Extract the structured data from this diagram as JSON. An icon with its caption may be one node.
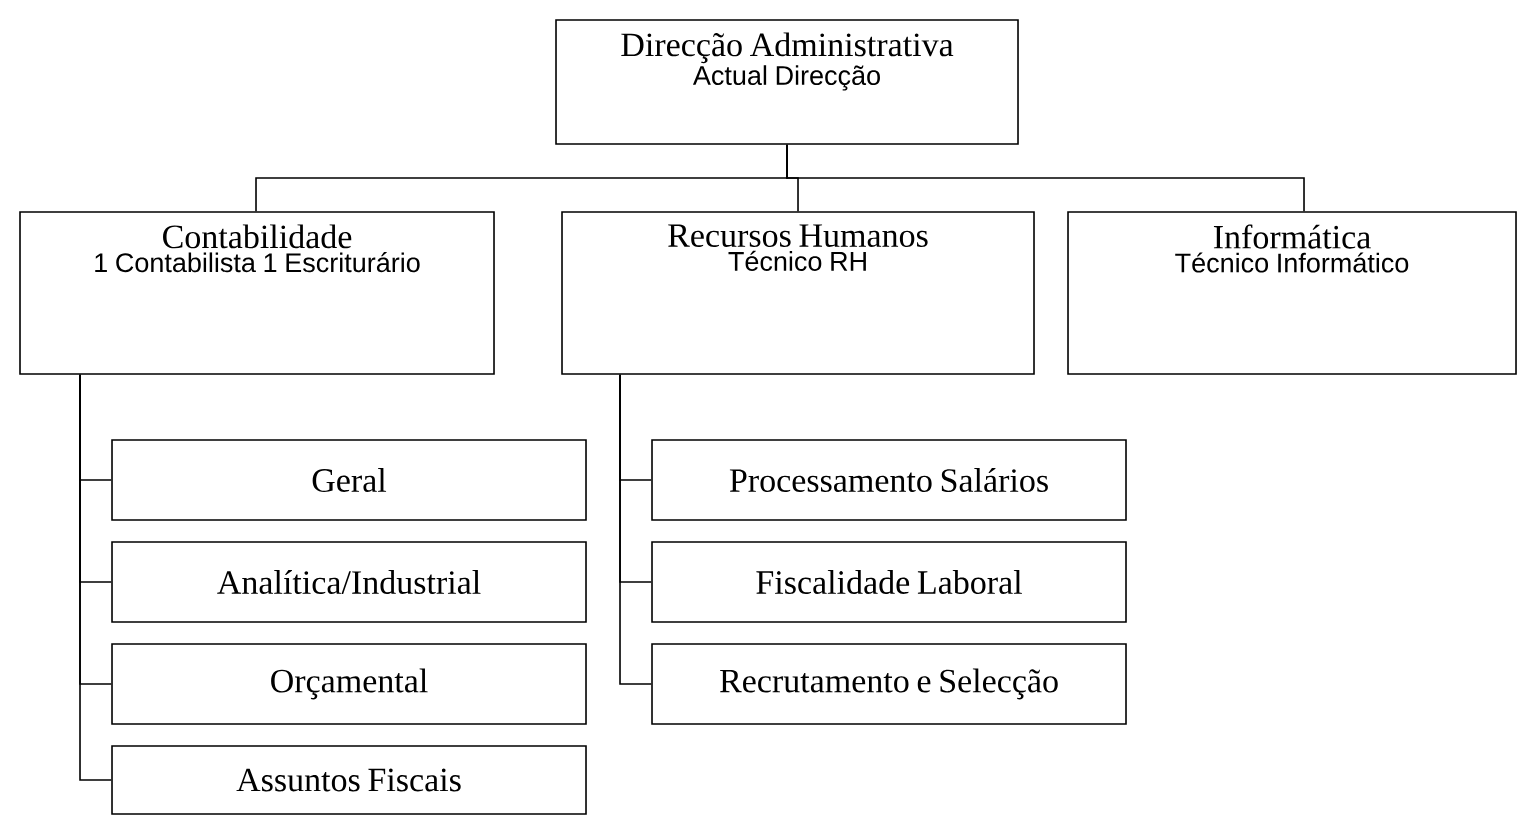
{
  "diagram": {
    "nodes": [
      {
        "text": [
          "Direcção Administrativa",
          "Actual Direcção"
        ]
      },
      {
        "text": [
          "Contabilidade",
          "1 Contabilista 1 Escriturário"
        ]
      },
      {
        "text": [
          "Recursos Humanos",
          "Técnico RH"
        ]
      },
      {
        "text": [
          "Informática",
          "Técnico Informático"
        ]
      },
      {
        "text": [
          "Geral"
        ]
      },
      {
        "text": [
          "Analítica/Industrial"
        ]
      },
      {
        "text": [
          "Orçamental"
        ]
      },
      {
        "text": [
          "Assuntos Fiscais"
        ]
      },
      {
        "text": [
          "Processamento Salários"
        ]
      },
      {
        "text": [
          "Fiscalidade Laboral"
        ]
      },
      {
        "text": [
          "Recrutamento e  Selecção"
        ]
      }
    ],
    "edges": [
      {
        "from": 0,
        "to": 1,
        "arrow": "none"
      },
      {
        "from": 0,
        "to": 2,
        "arrow": "none"
      },
      {
        "from": 0,
        "to": 3,
        "arrow": "none"
      },
      {
        "from": 1,
        "to": 4,
        "arrow": "none"
      },
      {
        "from": 1,
        "to": 5,
        "arrow": "none"
      },
      {
        "from": 1,
        "to": 6,
        "arrow": "none"
      },
      {
        "from": 1,
        "to": 7,
        "arrow": "none"
      },
      {
        "from": 2,
        "to": 8,
        "arrow": "none"
      },
      {
        "from": 2,
        "to": 9,
        "arrow": "none"
      },
      {
        "from": 2,
        "to": 10,
        "arrow": "none"
      }
    ]
  }
}
